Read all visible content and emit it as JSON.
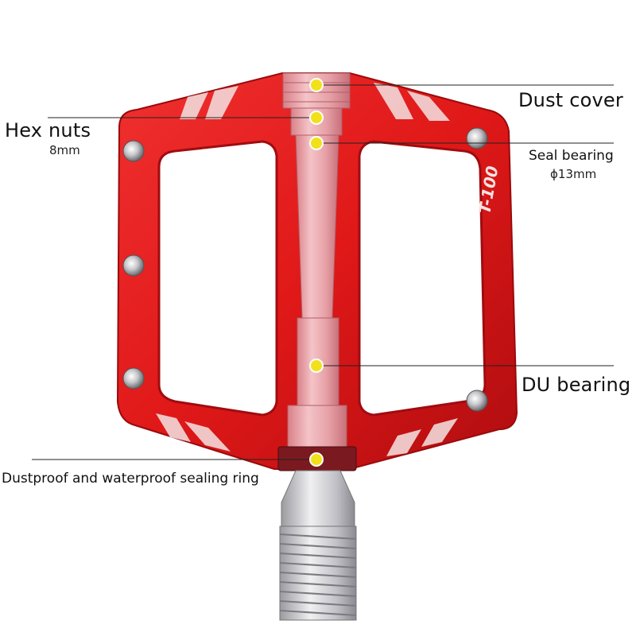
{
  "labels": {
    "dust_cover": "Dust cover",
    "hex_nuts": "Hex nuts",
    "hex_nuts_size": "8mm",
    "seal_bearing": "Seal bearing",
    "seal_bearing_size": "ϕ13mm",
    "du_bearing": "DU bearing",
    "sealing_ring": "Dustproof and waterproof sealing ring"
  },
  "model_mark": "T-100",
  "colors": {
    "pedal_red": "#e01818",
    "pedal_dark_red": "#b00d10",
    "axle_pink": "#e8a0a6",
    "silver": "#c8c8cc",
    "marker_yellow": "#f2e01a",
    "leader_line": "#222222"
  }
}
